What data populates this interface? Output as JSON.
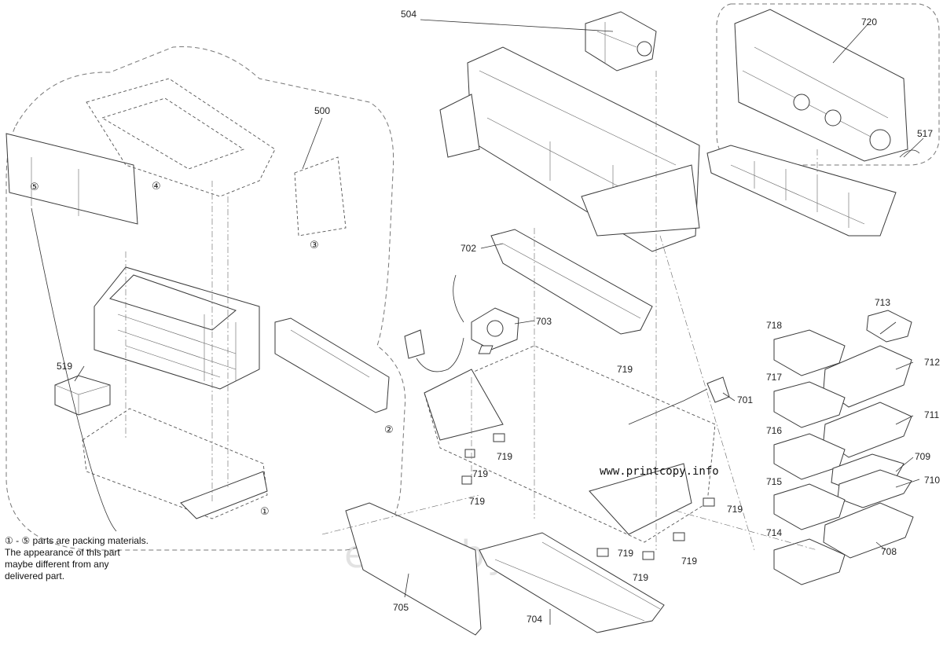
{
  "labels": {
    "p500": "500",
    "p504": "504",
    "p720": "720",
    "p517": "517",
    "p702": "702",
    "p703": "703",
    "p519": "519",
    "p701": "701",
    "p719": "719",
    "p704": "704",
    "p705": "705",
    "p708": "708",
    "p709": "709",
    "p710": "710",
    "p711": "711",
    "p712": "712",
    "p713": "713",
    "p714": "714",
    "p715": "715",
    "p716": "716",
    "p717": "717",
    "p718": "718",
    "c1": "①",
    "c2": "②",
    "c3": "③",
    "c4": "④",
    "c5": "⑤"
  },
  "note": {
    "line1": "① - ⑤ parts are packing materials.",
    "line2": "The appearance of this part",
    "line3": "maybe different from any",
    "line4": "delivered part."
  },
  "watermark": "emvi.by",
  "site": "www.printcopy.info"
}
